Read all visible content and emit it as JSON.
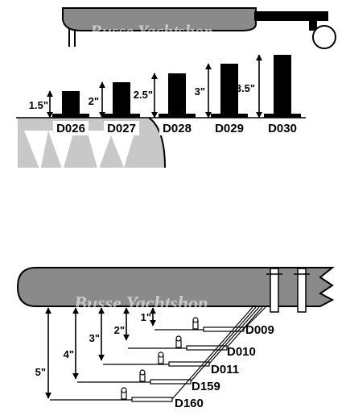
{
  "watermark": "Busse Yachtshop",
  "top_panel": {
    "fittings": [
      {
        "model": "D026",
        "height": "1.5\""
      },
      {
        "model": "D027",
        "height": "2\""
      },
      {
        "model": "D028",
        "height": "2.5\""
      },
      {
        "model": "D029",
        "height": "3\""
      },
      {
        "model": "D030",
        "height": "3.5\""
      }
    ]
  },
  "bottom_panel": {
    "offsets": [
      {
        "model": "D009",
        "height": "1\""
      },
      {
        "model": "D010",
        "height": "2\""
      },
      {
        "model": "D011",
        "height": "3\""
      },
      {
        "model": "D159",
        "height": "4\""
      },
      {
        "model": "D160",
        "height": "5\""
      }
    ]
  }
}
